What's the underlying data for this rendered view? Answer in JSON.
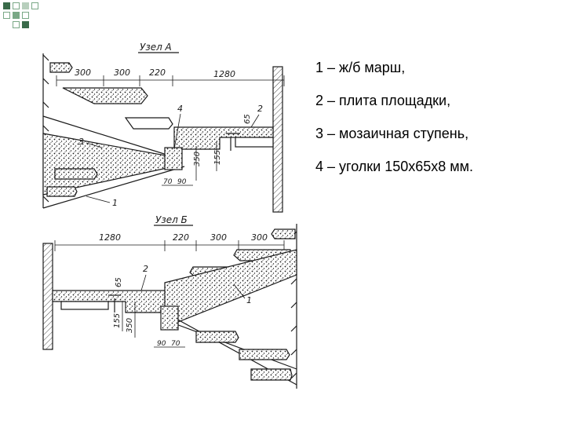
{
  "slide": {
    "legend": [
      "1 – ж/б марш,",
      "2 – плита площадки,",
      "3 – мозаичная ступень,",
      "4 – уголки 150х65х8 мм."
    ]
  },
  "node_a": {
    "title": "Узел А",
    "dims": {
      "d300a": "300",
      "d300b": "300",
      "d220": "220",
      "d1280": "1280",
      "d65": "65",
      "d350": "350",
      "d155": "155",
      "d70": "70",
      "d90": "90"
    },
    "callouts": {
      "c1": "1",
      "c2": "2",
      "c3": "3",
      "c4": "4"
    }
  },
  "node_b": {
    "title": "Узел Б",
    "dims": {
      "d1280": "1280",
      "d220": "220",
      "d300a": "300",
      "d300b": "300",
      "d65": "65",
      "d155": "155",
      "d350": "350",
      "d90": "90",
      "d70": "70"
    },
    "callouts": {
      "c1": "1",
      "c2": "2"
    }
  },
  "colors": {
    "accent_dark": "#3a6b4a",
    "accent_mid": "#7aa886",
    "accent_light": "#b8cfbd",
    "ink": "#1a1a1a"
  }
}
